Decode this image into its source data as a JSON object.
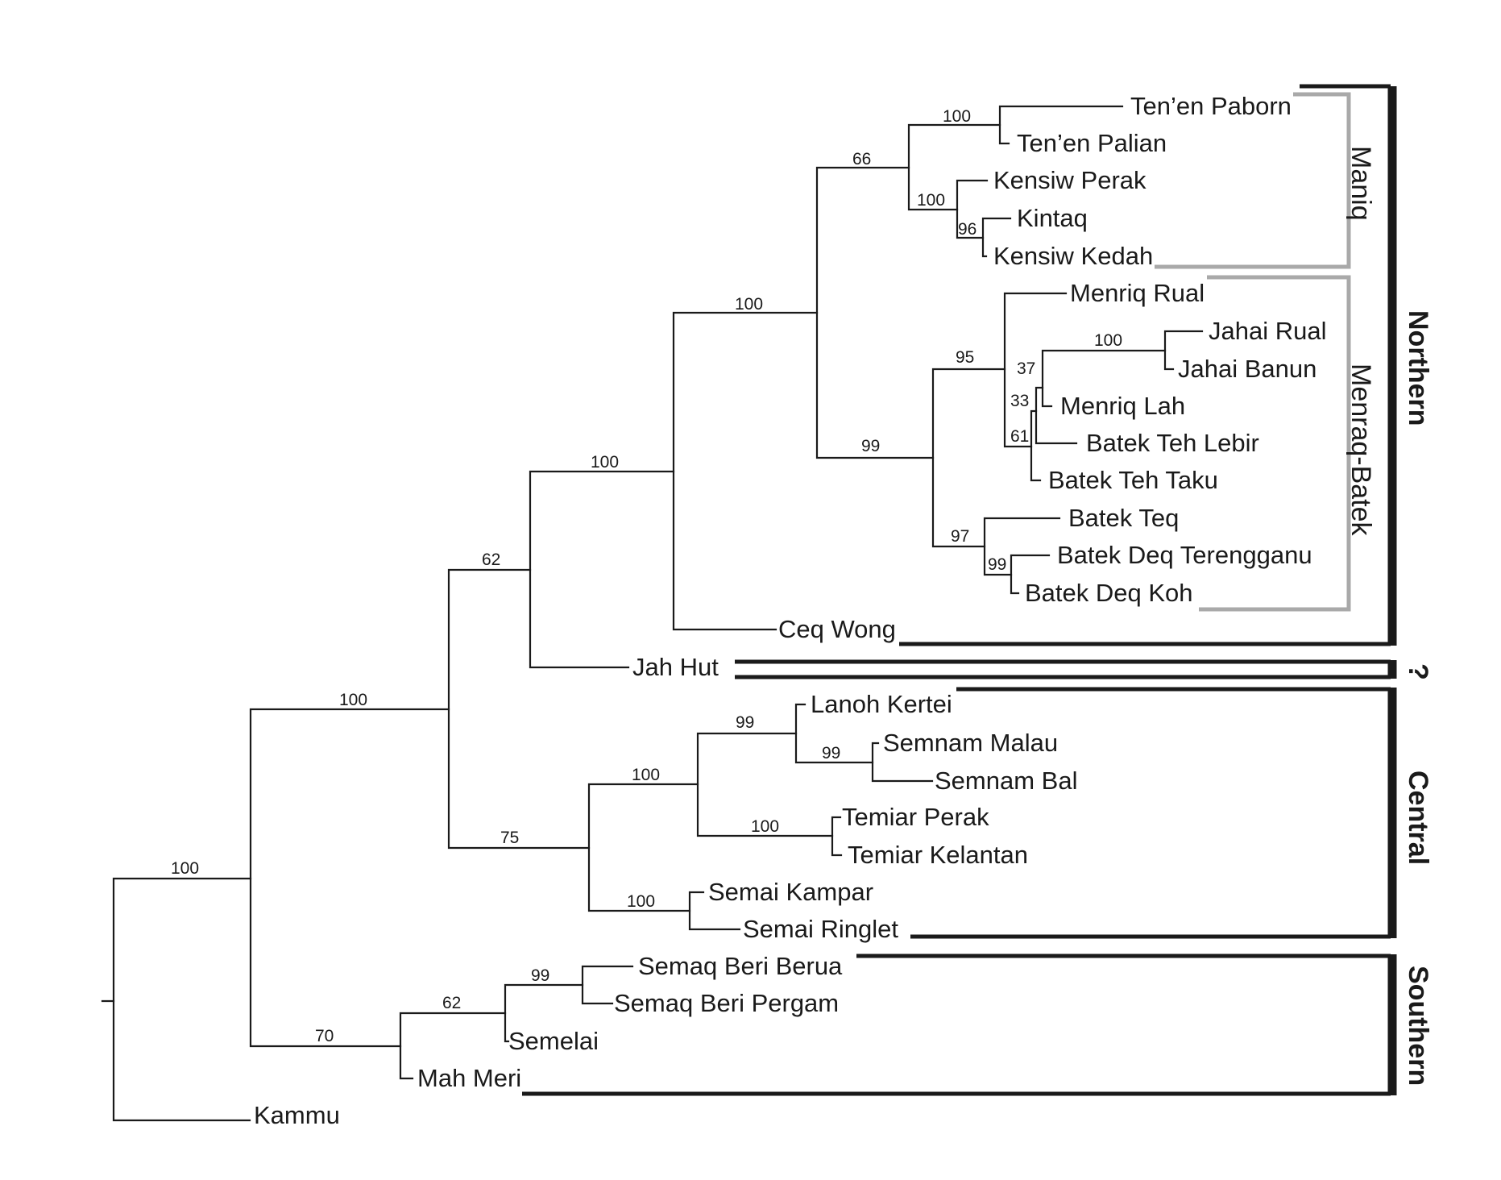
{
  "leaves": {
    "tenen_paborn": "Ten’en Paborn",
    "tenen_palian": "Ten’en Palian",
    "kensiw_perak": "Kensiw Perak",
    "kintaq": "Kintaq",
    "kensiw_kedah": "Kensiw Kedah",
    "menriq_rual": "Menriq Rual",
    "jahai_rual": "Jahai Rual",
    "jahai_banun": "Jahai Banun",
    "menriq_lah": "Menriq Lah",
    "batek_teh_lebir": "Batek Teh Lebir",
    "batek_teh_taku": "Batek Teh Taku",
    "batek_teq": "Batek Teq",
    "batek_deq_terengganu": "Batek Deq Terengganu",
    "batek_deq_koh": "Batek Deq Koh",
    "ceq_wong": "Ceq Wong",
    "jah_hut": "Jah Hut",
    "lanoh_kertei": "Lanoh Kertei",
    "semnam_malau": "Semnam Malau",
    "semnam_bal": "Semnam Bal",
    "temiar_perak": "Temiar Perak",
    "temiar_kelantan": "Temiar Kelantan",
    "semai_kampar": "Semai Kampar",
    "semai_ringlet": "Semai Ringlet",
    "semaq_beri_berua": "Semaq Beri Berua",
    "semaq_beri_pergam": "Semaq Beri Pergam",
    "semelai": "Semelai",
    "mah_meri": "Mah Meri",
    "kammu": "Kammu"
  },
  "support": {
    "paborn_palian": "100",
    "maniq": "66",
    "kensiw_group": "100",
    "kintaq_kedah": "96",
    "maniq_menraq": "100",
    "menraq_batek": "99",
    "menriq_group": "95",
    "jahai_clade": "37",
    "jahai_rual_banun": "100",
    "menriq_lah_node": "33",
    "batek_teh_node": "61",
    "batek_teq_group": "97",
    "batek_deq": "99",
    "northern_core": "100",
    "northern_jahhut": "62",
    "northern_central": "100",
    "lanoh_semnam": "99",
    "semnam": "99",
    "central_core": "100",
    "temiar": "100",
    "central": "75",
    "semai": "100",
    "aslian": "100",
    "semaq_beri": "99",
    "semelai_semaq": "62",
    "southern": "70"
  },
  "groups": {
    "maniq": "Maniq",
    "menraq_batek": "Menraq-Batek",
    "northern": "Northern",
    "unknown": "?",
    "central": "Central",
    "southern": "Southern"
  },
  "colors": {
    "branch": "#1a1a1a",
    "subgroup_bar": "#a9a9a9",
    "group_bar": "#1a1a1a"
  }
}
